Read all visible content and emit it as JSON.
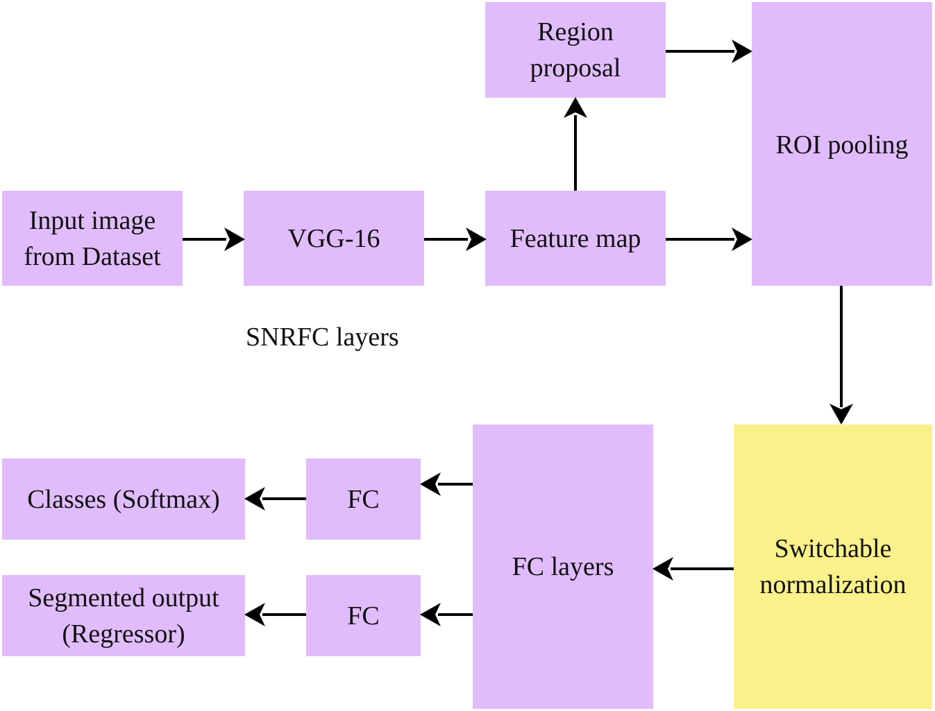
{
  "boxes": {
    "input": "Input image\nfrom Dataset",
    "vgg": "VGG-16",
    "feature": "Feature map",
    "region": "Region\nproposal",
    "roi": "ROI pooling",
    "switchable": "Switchable\nnormalization",
    "fc_layers": "FC layers",
    "fc_top": "FC",
    "fc_bottom": "FC",
    "classes": "Classes (Softmax)",
    "segmented": "Segmented output\n(Regressor)"
  },
  "labels": {
    "snrfc": "SNRFC layers"
  },
  "colors": {
    "box_fill": "#e1bcfd",
    "highlight_fill": "#fbf18b",
    "arrow": "#000000"
  }
}
